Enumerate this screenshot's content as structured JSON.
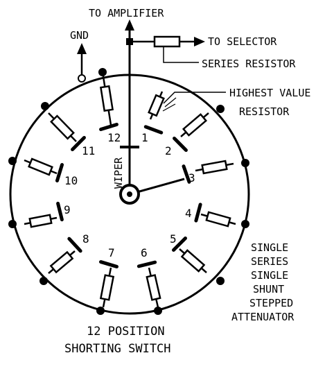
{
  "labels": {
    "to_amplifier": "TO AMPLIFIER",
    "gnd": "GND",
    "to_selector": "TO SELECTOR",
    "series_resistor": "SERIES RESISTOR",
    "highest_value_line1": "HIGHEST VALUE",
    "highest_value_line2": "RESISTOR",
    "wiper": "WIPER",
    "side_note": [
      "SINGLE",
      "SERIES",
      "SINGLE",
      "SHUNT",
      "STEPPED",
      "ATTENUATOR"
    ],
    "footer_line1": "12 POSITION",
    "footer_line2": "SHORTING SWITCH"
  },
  "positions": [
    {
      "n": "1"
    },
    {
      "n": "2"
    },
    {
      "n": "3"
    },
    {
      "n": "4"
    },
    {
      "n": "5"
    },
    {
      "n": "6"
    },
    {
      "n": "7"
    },
    {
      "n": "8"
    },
    {
      "n": "9"
    },
    {
      "n": "10"
    },
    {
      "n": "11"
    },
    {
      "n": "12"
    }
  ],
  "colors": {
    "ink": "#000000",
    "background": "#ffffff"
  }
}
